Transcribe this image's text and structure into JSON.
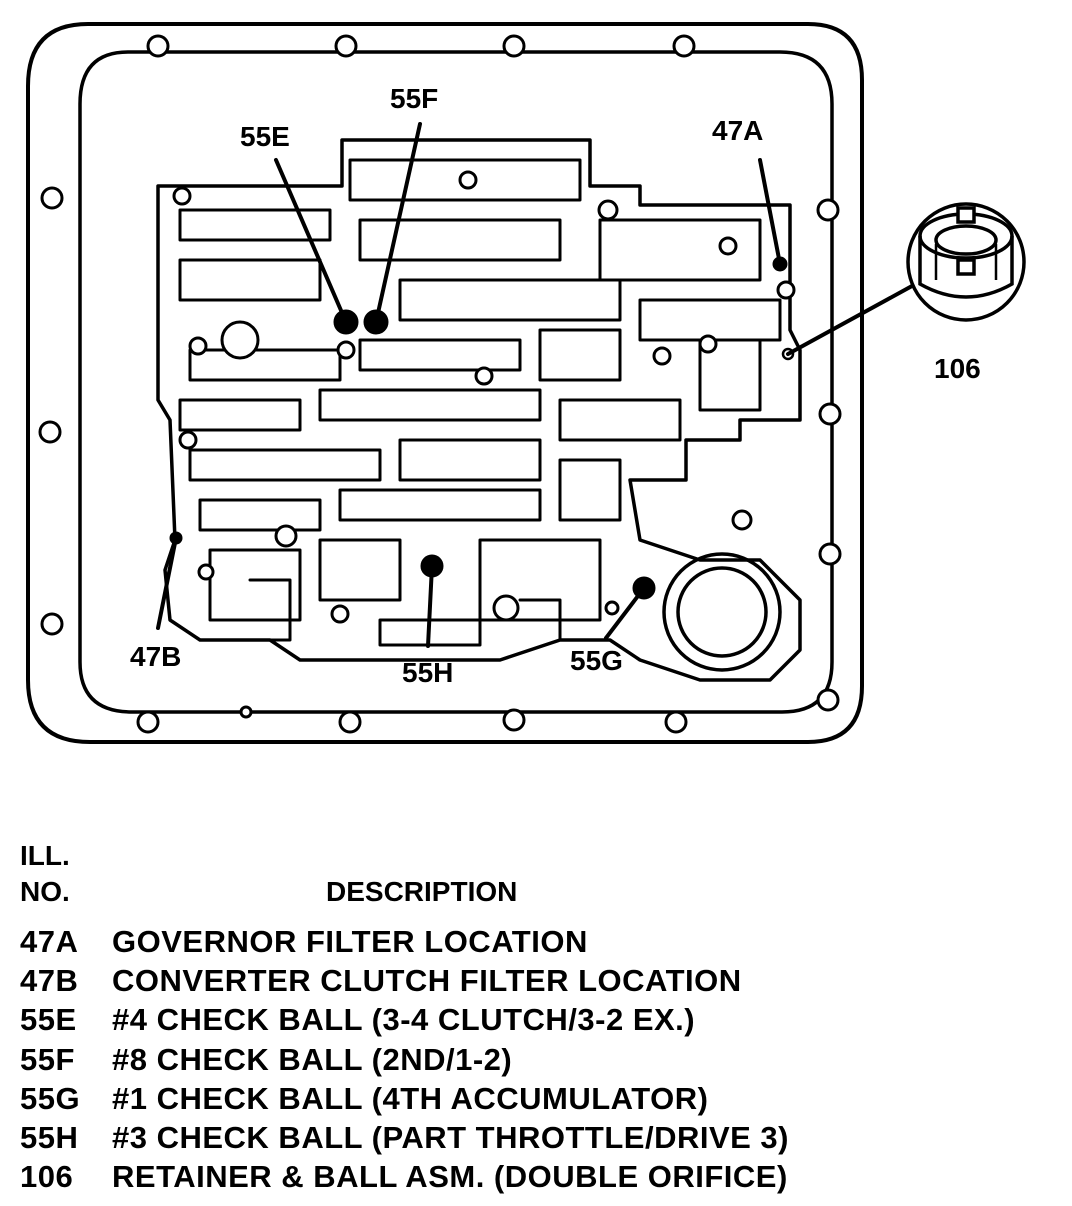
{
  "callouts": [
    {
      "id": "47A",
      "label": "47A"
    },
    {
      "id": "47B",
      "label": "47B"
    },
    {
      "id": "55E",
      "label": "55E"
    },
    {
      "id": "55F",
      "label": "55F"
    },
    {
      "id": "55G",
      "label": "55G"
    },
    {
      "id": "55H",
      "label": "55H"
    },
    {
      "id": "106",
      "label": "106"
    }
  ],
  "legend": {
    "header_ill": "ILL.",
    "header_no": "NO.",
    "header_desc": "DESCRIPTION",
    "items": [
      {
        "code": "47A",
        "description": "GOVERNOR FILTER LOCATION"
      },
      {
        "code": "47B",
        "description": "CONVERTER CLUTCH FILTER LOCATION"
      },
      {
        "code": "55E",
        "description": "#4 CHECK BALL (3-4 CLUTCH/3-2 EX.)"
      },
      {
        "code": "55F",
        "description": "#8 CHECK BALL (2ND/1-2)"
      },
      {
        "code": "55G",
        "description": "#1 CHECK BALL (4TH ACCUMULATOR)"
      },
      {
        "code": "55H",
        "description": "#3 CHECK BALL (PART THROTTLE/DRIVE 3)"
      },
      {
        "code": "106",
        "description": "RETAINER & BALL ASM. (DOUBLE ORIFICE)"
      }
    ]
  }
}
